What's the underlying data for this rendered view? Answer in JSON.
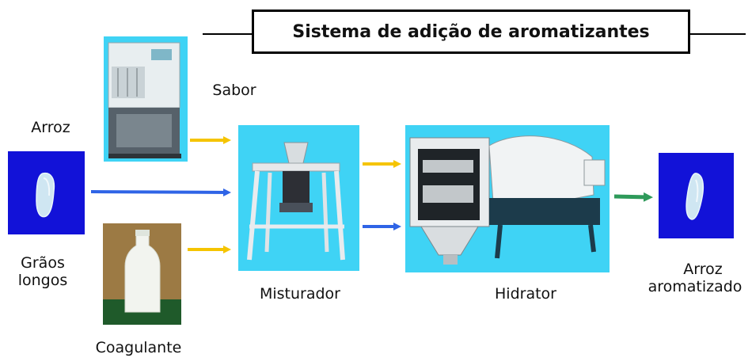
{
  "title": "Sistema de adição de aromatizantes",
  "labels": {
    "arroz": "Arroz",
    "graos_line1": "Grãos",
    "graos_line2": "longos",
    "sabor": "Sabor",
    "coagulante": "Coagulante",
    "misturador": "Misturador",
    "hidrator": "Hidrator",
    "arroz_arom_line1": "Arroz",
    "arroz_arom_line2": "aromatizado"
  },
  "colors": {
    "yellow_arrow": "#f5c400",
    "blue_arrow": "#2f64e6",
    "green_arrow": "#2e9a5a",
    "rice_bg": "#1212d8",
    "photo_bg": "#3fd3f5"
  },
  "icons": {
    "rice_grain_left": "rice-grain-icon",
    "rice_grain_right": "rice-grain-icon",
    "flavor_machine": "flavor-machine-icon",
    "milk_bottle": "milk-bottle-icon",
    "mixer": "mixer-machine-icon",
    "hydrator": "hydrator-machine-icon"
  }
}
